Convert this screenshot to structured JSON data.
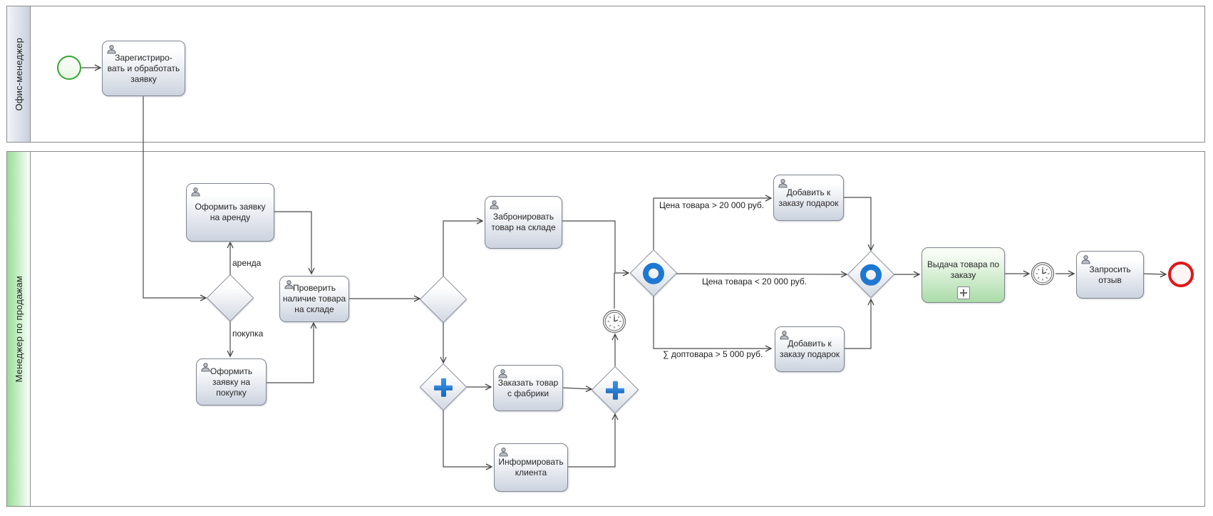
{
  "diagram": {
    "lanes": [
      {
        "label": "Офис-менеджер"
      },
      {
        "label": "Менеджер по продажам"
      }
    ]
  },
  "nodes": {
    "register": {
      "label": "Зарегистриро-\nвать и обработать\nзаявку"
    },
    "rent_request": {
      "label": "Оформить заявку\nна аренду"
    },
    "purchase_request": {
      "label": "Оформить\nзаявку на\nпокупку"
    },
    "check_stock": {
      "label": "Проверить\nналичие товара\nна складе"
    },
    "reserve": {
      "label": "Забронировать\nтовар на складе"
    },
    "order_factory": {
      "label": "Заказать товар\nс фабрики"
    },
    "inform_client": {
      "label": "Информировать\nклиента"
    },
    "gift_top": {
      "label": "Добавить к\nзаказу подарок"
    },
    "gift_bottom": {
      "label": "Добавить к\nзаказу подарок"
    },
    "delivery": {
      "label": "Выдача товара по\nзаказу"
    },
    "request_feedback": {
      "label": "Запросить\nотзыв"
    }
  },
  "edge_labels": {
    "rent": "аренда",
    "purchase": "покупка",
    "price_gt": "Цена товара > 20 000 руб.",
    "price_lt": "Цена товара < 20 000 руб.",
    "sum_gt": "∑ доптовара > 5 000 руб."
  },
  "colors": {
    "accent_blue": "#1e78d2",
    "start_green": "#35a435",
    "end_red": "#e01717",
    "lane_green": "#98dd98",
    "task_fill_bottom": "#ccd3df"
  }
}
